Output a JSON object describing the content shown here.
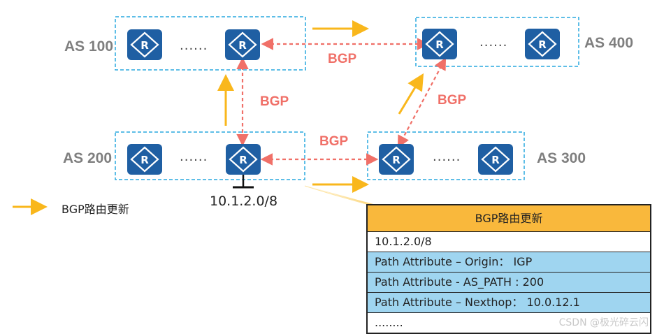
{
  "as_labels": {
    "as100": "AS 100",
    "as200": "AS 200",
    "as300": "AS 300",
    "as400": "AS 400"
  },
  "bgp_labels": {
    "as100_as400": "BGP",
    "as100_as200": "BGP",
    "as200_as300": "BGP",
    "as300_as400": "BGP"
  },
  "router_glyph": "R",
  "ellipsis": "......",
  "prefix": "10.1.2.0/8",
  "legend": {
    "label": "BGP路由更新",
    "arrow_color": "#f9b71c"
  },
  "update_table": {
    "title": "BGP路由更新",
    "rows": [
      "10.1.2.0/8",
      "Path Attribute – Origin：  IGP",
      "Path Attribute - AS_PATH : 200",
      "Path Attribute – Nexthop： 10.0.12.1",
      "........"
    ]
  },
  "watermark": "CSDN @极光碎云闪",
  "colors": {
    "router_fill": "#1f5fa3",
    "as_border": "#29a8df",
    "bgp_session": "#f07068",
    "update_arrow": "#f9b71c",
    "table_header": "#f9b83c",
    "table_blue_row": "#9fd5f0"
  },
  "icons": [
    "router-icon",
    "update-arrow-icon"
  ]
}
